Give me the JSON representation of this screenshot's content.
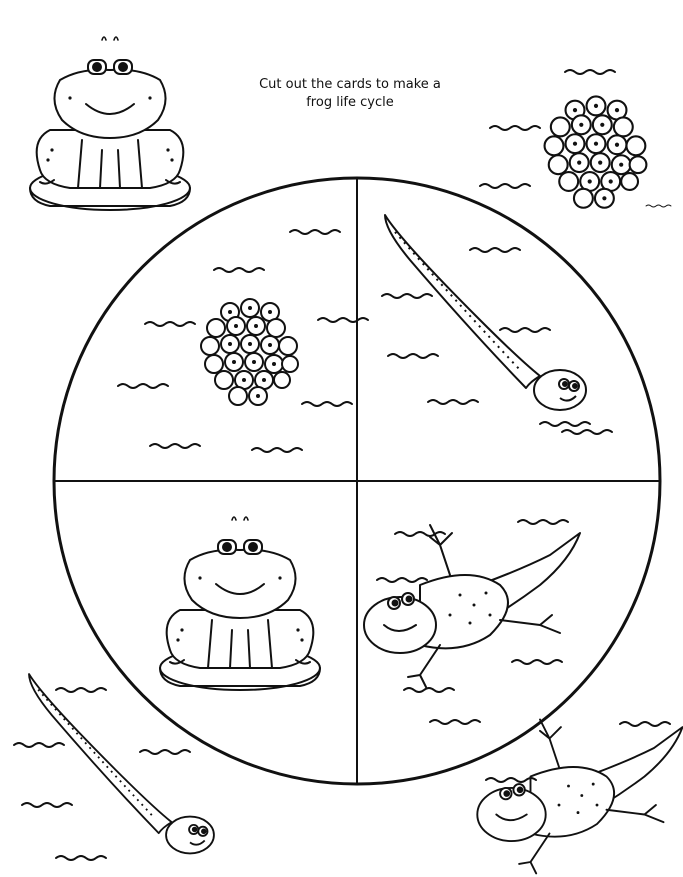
{
  "instructions": {
    "line1": "Cut out the cards to make a",
    "line2": "frog life cycle"
  },
  "wheel": {
    "quadrants": [
      {
        "stage": "frogspawn",
        "icon": "frogspawn-icon"
      },
      {
        "stage": "tadpole",
        "icon": "tadpole-icon"
      },
      {
        "stage": "frog",
        "icon": "frog-on-lily-pad-icon"
      },
      {
        "stage": "froglet",
        "icon": "froglet-icon"
      }
    ]
  },
  "cards": [
    {
      "stage": "frog",
      "icon": "frog-on-lily-pad-icon"
    },
    {
      "stage": "frogspawn",
      "icon": "frogspawn-icon"
    },
    {
      "stage": "tadpole",
      "icon": "tadpole-icon"
    },
    {
      "stage": "froglet",
      "icon": "froglet-icon"
    }
  ],
  "colors": {
    "ink": "#111111",
    "paper": "#ffffff"
  }
}
